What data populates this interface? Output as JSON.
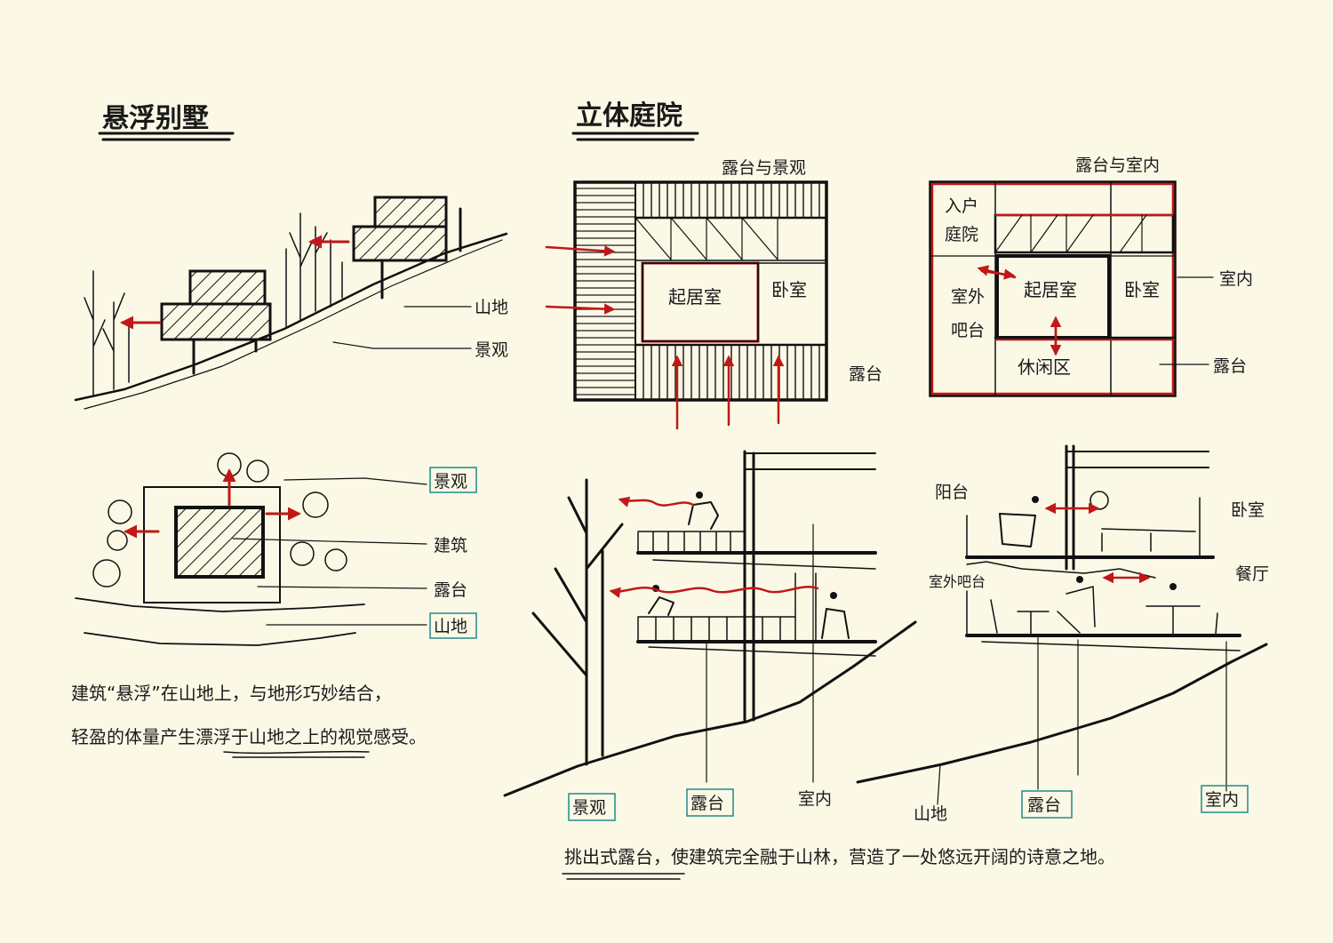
{
  "titles": {
    "left": "悬浮别墅",
    "right": "立体庭院"
  },
  "sketch1": {
    "label_mountain": "山地",
    "label_view": "景观"
  },
  "sketch2": {
    "label_view": "景观",
    "label_building": "建筑",
    "label_terrace": "露台",
    "label_mountain": "山地"
  },
  "plan1": {
    "title": "露台与景观",
    "room_living": "起居室",
    "room_bedroom": "卧室",
    "label_terrace": "露台"
  },
  "plan2": {
    "title": "露台与室内",
    "room_entry_line1": "入户",
    "room_entry_line2": "庭院",
    "room_bar_line1": "室外",
    "room_bar_line2": "吧台",
    "room_living": "起居室",
    "room_bedroom": "卧室",
    "room_leisure": "休闲区",
    "label_indoor": "室内",
    "label_terrace": "露台"
  },
  "section1": {
    "label_view": "景观",
    "label_terrace": "露台",
    "label_indoor": "室内"
  },
  "section2": {
    "label_balcony": "阳台",
    "label_bedroom": "卧室",
    "label_bar": "室外吧台",
    "label_dining": "餐厅",
    "label_mountain": "山地",
    "label_terrace": "露台",
    "label_indoor": "室内"
  },
  "notes": {
    "left_line1": "建筑“悬浮”在山地上，与地形巧妙结合，",
    "left_line2": "轻盈的体量产生漂浮于山地之上的视觉感受。",
    "bottom": "挑出式露台，使建筑完全融于山林，营造了一处悠远开阔的诗意之地。"
  },
  "colors": {
    "paper": "#fbf8e6",
    "ink": "#111111",
    "accent_red": "#c01818",
    "tag_teal": "#1e8a8a"
  }
}
